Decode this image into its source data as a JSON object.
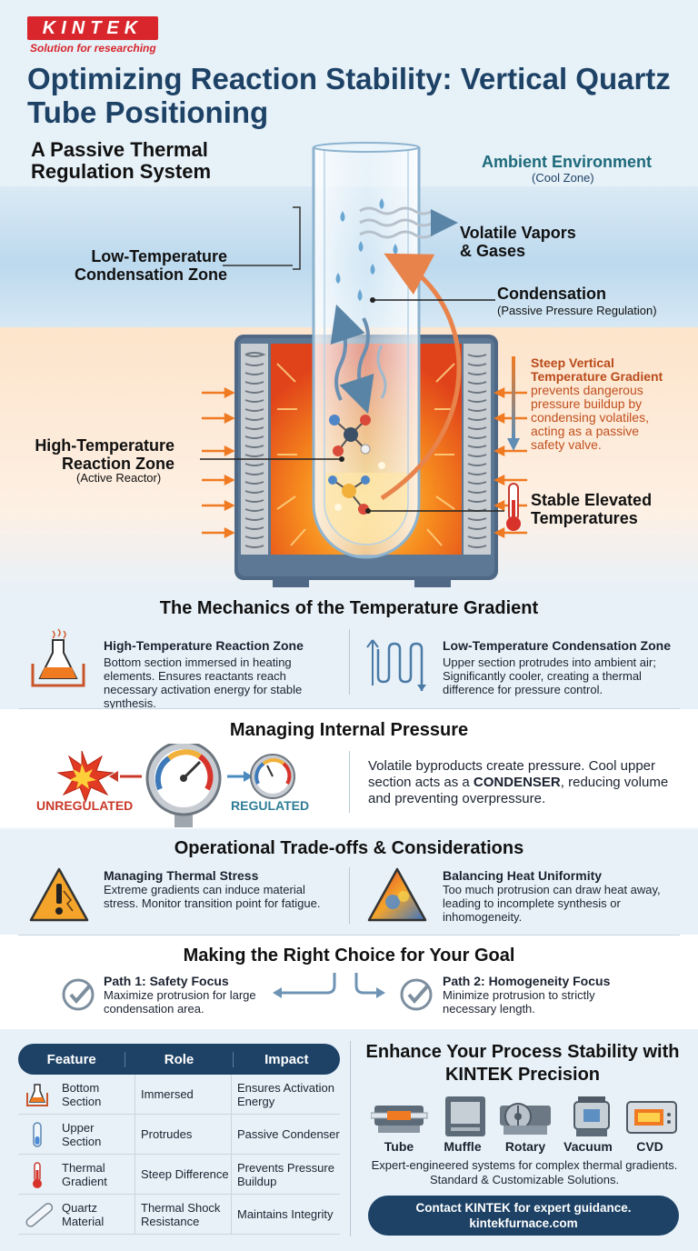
{
  "brand": {
    "logo_text": "KINTEK",
    "tagline": "Solution for researching"
  },
  "title": "Optimizing Reaction Stability: Vertical Quartz Tube Positioning",
  "hero": {
    "subtitle": "A Passive Thermal Regulation System",
    "ambient_title": "Ambient Environment",
    "ambient_sub": "(Cool Zone)",
    "low_zone": "Low-Temperature Condensation Zone",
    "vapors": "Volatile Vapors & Gases",
    "condensation": "Condensation",
    "condensation_sub": "(Passive Pressure Regulation)",
    "gradient_title": "Steep Vertical Temperature Gradient",
    "gradient_body": "prevents dangerous pressure buildup by condensing volatiles, acting as a passive safety valve.",
    "high_zone": "High-Temperature Reaction Zone",
    "high_zone_sub": "(Active Reactor)",
    "stable": "Stable Elevated Temperatures"
  },
  "mechanics": {
    "title": "The Mechanics of the Temperature Gradient",
    "left_title": "High-Temperature Reaction Zone",
    "left_body": "Bottom section immersed in heating elements. Ensures reactants reach necessary activation energy for stable synthesis.",
    "right_title": "Low-Temperature Condensation Zone",
    "right_body": "Upper section protrudes into ambient air; Significantly cooler, creating a thermal difference for pressure control."
  },
  "pressure": {
    "title": "Managing Internal Pressure",
    "unregulated": "UNREGULATED",
    "regulated": "REGULATED",
    "body_pre": "Volatile byproducts create pressure. Cool upper section acts as a ",
    "body_strong": "CONDENSER",
    "body_post": ", reducing volume and preventing overpressure."
  },
  "tradeoffs": {
    "title": "Operational Trade-offs & Considerations",
    "left_title": "Managing Thermal Stress",
    "left_body": "Extreme gradients can induce material stress. Monitor transition point for fatigue.",
    "right_title": "Balancing Heat Uniformity",
    "right_body": "Too much protrusion can draw heat away, leading to incomplete synthesis or inhomogeneity."
  },
  "choice": {
    "title": "Making the Right Choice for Your Goal",
    "path1_title": "Path 1: Safety Focus",
    "path1_body": "Maximize protrusion for large condensation area.",
    "path2_title": "Path 2: Homogeneity Focus",
    "path2_body": "Minimize protrusion to strictly necessary length."
  },
  "table": {
    "headers": [
      "Feature",
      "Role",
      "Impact"
    ],
    "rows": [
      {
        "feature": "Bottom Section",
        "role": "Immersed",
        "impact": "Ensures Activation Energy"
      },
      {
        "feature": "Upper Section",
        "role": "Protrudes",
        "impact": "Passive Condenser"
      },
      {
        "feature": "Thermal Gradient",
        "role": "Steep Difference",
        "impact": "Prevents Pressure Buildup"
      },
      {
        "feature": "Quartz Material",
        "role": "Thermal Shock Resistance",
        "impact": "Maintains Integrity"
      }
    ]
  },
  "cta": {
    "title": "Enhance Your Process Stability with KINTEK Precision",
    "products": [
      "Tube",
      "Muffle",
      "Rotary",
      "Vacuum",
      "CVD"
    ],
    "desc": "Expert-engineered systems for complex thermal gradients. Standard & Customizable Solutions.",
    "button_line1": "Contact KINTEK for expert guidance.",
    "button_line2": "kintekfurnace.com"
  },
  "colors": {
    "navy": "#1d4266",
    "brand_red": "#d8262c",
    "heat_orange": "#f07a22"
  }
}
